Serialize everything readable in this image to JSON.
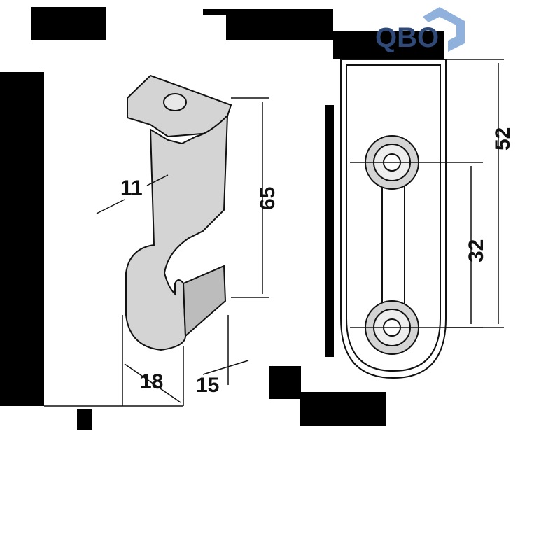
{
  "logo": {
    "text": "QBO",
    "color": "#2f4a78",
    "mark_color": "#8fb1dc"
  },
  "dimensions": {
    "bracket_width_top": "11",
    "bracket_height": "65",
    "bracket_width": "18",
    "bracket_depth": "15",
    "plate_length": "52",
    "hole_spacing": "32"
  }
}
